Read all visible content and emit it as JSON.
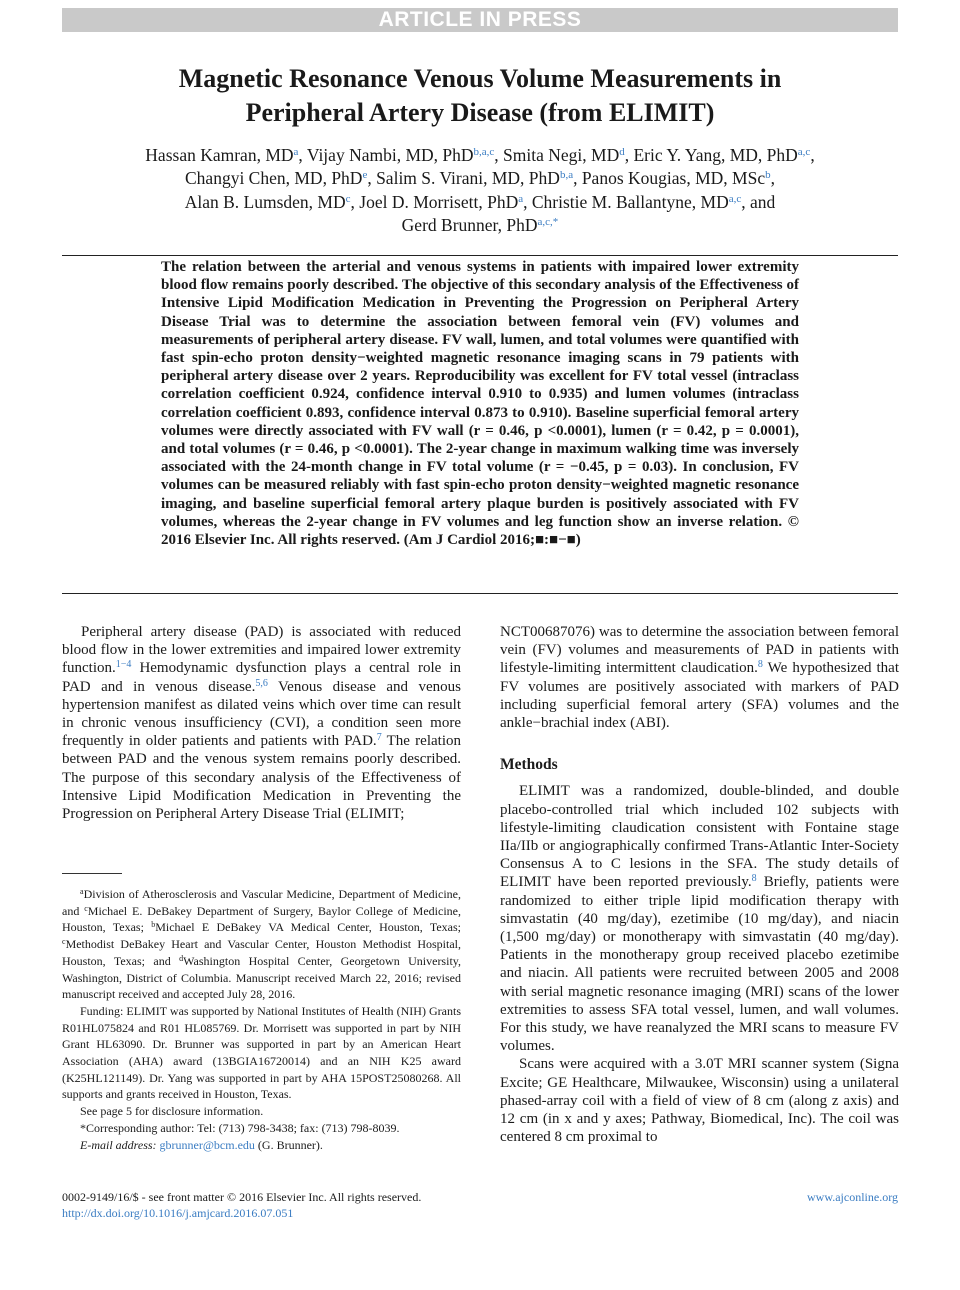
{
  "banner": "ARTICLE IN PRESS",
  "title_lines": [
    "Magnetic Resonance Venous Volume Measurements in",
    "Peripheral Artery Disease (from ELIMIT)"
  ],
  "authors": [
    {
      "name": "Hassan Kamran, MD",
      "aff": "a",
      "sep": ", "
    },
    {
      "name": "Vijay Nambi, MD, PhD",
      "aff": "b,a,c",
      "sep": ", "
    },
    {
      "name": "Smita Negi, MD",
      "aff": "d",
      "sep": ", "
    },
    {
      "name": "Eric Y. Yang, MD, PhD",
      "aff": "a,c",
      "sep": ","
    },
    {
      "name": "Changyi Chen, MD, PhD",
      "aff": "e",
      "sep": ", "
    },
    {
      "name": "Salim S. Virani, MD, PhD",
      "aff": "b,a",
      "sep": ", "
    },
    {
      "name": "Panos Kougias, MD, MSc",
      "aff": "b",
      "sep": ","
    },
    {
      "name": "Alan B. Lumsden, MD",
      "aff": "c",
      "sep": ", "
    },
    {
      "name": "Joel D. Morrisett, PhD",
      "aff": "a",
      "sep": ", "
    },
    {
      "name": "Christie M. Ballantyne, MD",
      "aff": "a,c",
      "sep": ", and"
    },
    {
      "name": "Gerd Brunner, PhD",
      "aff": "a,c,*",
      "sep": ""
    }
  ],
  "abstract": "The relation between the arterial and venous systems in patients with impaired lower extremity blood flow remains poorly described. The objective of this secondary analysis of the Effectiveness of Intensive Lipid Modification Medication in Preventing the Progression on Peripheral Artery Disease Trial was to determine the association between femoral vein (FV) volumes and measurements of peripheral artery disease. FV wall, lumen, and total volumes were quantified with fast spin-echo proton density−weighted magnetic resonance imaging scans in 79 patients with peripheral artery disease over 2 years. Reproducibility was excellent for FV total vessel (intraclass correlation coefficient 0.924, confidence interval 0.910 to 0.935) and lumen volumes (intraclass correlation coefficient 0.893, confidence interval 0.873 to 0.910). Baseline superficial femoral artery volumes were directly associated with FV wall (r = 0.46, p <0.0001), lumen (r = 0.42, p = 0.0001), and total volumes (r = 0.46, p <0.0001). The 2-year change in maximum walking time was inversely associated with the 24-month change in FV total volume (r = −0.45, p = 0.03). In conclusion, FV volumes can be measured reliably with fast spin-echo proton density−weighted magnetic resonance imaging, and baseline superficial femoral artery plaque burden is positively associated with FV volumes, whereas the 2-year change in FV volumes and leg function show an inverse relation. © 2016 Elsevier Inc. All rights reserved. (Am J Cardiol 2016;■:■−■)",
  "left_body": {
    "p1_a": "Peripheral artery disease (PAD) is associated with reduced blood flow in the lower extremities and impaired lower extremity function.",
    "p1_ref1": "1−4",
    "p1_b": " Hemodynamic dysfunction plays a central role in PAD and in venous disease.",
    "p1_ref2": "5,6",
    "p1_c": " Venous disease and venous hypertension manifest as dilated veins which over time can result in chronic venous insufficiency (CVI), a condition seen more frequently in older patients and patients with PAD.",
    "p1_ref3": "7",
    "p1_d": " The relation between PAD and the venous system remains poorly described. The purpose of this secondary analysis of the Effectiveness of Intensive Lipid Modification Medication in Preventing the Progression on Peripheral Artery Disease Trial (ELIMIT;"
  },
  "right_body": {
    "p1_a": "NCT00687076) was to determine the association between femoral vein (FV) volumes and measurements of PAD in patients with lifestyle-limiting intermittent claudication.",
    "p1_ref1": "8",
    "p1_b": " We hypothesized that FV volumes are positively associated with markers of PAD including superficial femoral artery (SFA) volumes and the ankle−brachial index (ABI).",
    "methods_heading": "Methods",
    "p2_a": "ELIMIT was a randomized, double-blinded, and double placebo-controlled trial which included 102 subjects with lifestyle-limiting claudication consistent with Fontaine stage IIa/IIb or angiographically confirmed Trans-Atlantic Inter-Society Consensus A to C lesions in the SFA. The study details of ELIMIT have been reported previously.",
    "p2_ref1": "8",
    "p2_b": " Briefly, patients were randomized to either triple lipid modification therapy with simvastatin (40 mg/day), ezetimibe (10 mg/day), and niacin (1,500 mg/day) or monotherapy with simvastatin (40 mg/day). Patients in the monotherapy group received placebo ezetimibe and niacin. All patients were recruited between 2005 and 2008 with serial magnetic resonance imaging (MRI) scans of the lower extremities to assess SFA total vessel, lumen, and wall volumes. For this study, we have reanalyzed the MRI scans to measure FV volumes.",
    "p3": "Scans were acquired with a 3.0T MRI scanner system (Signa Excite; GE Healthcare, Milwaukee, Wisconsin) using a unilateral phased-array coil with a field of view of 8 cm (along z axis) and 12 cm (in x and y axes; Pathway, Biomedical, Inc). The coil was centered 8 cm proximal to"
  },
  "footnotes": {
    "affiliations_a": "Division of Atherosclerosis and Vascular Medicine, Department of Medicine, and ",
    "affiliations_c": "Michael E. DeBakey Department of Surgery, Baylor College of Medicine, Houston, Texas; ",
    "affiliations_b": "Michael E DeBakey VA Medical Center, Houston, Texas; ",
    "affiliations_c2": "Methodist DeBakey Heart and Vascular Center, Houston Methodist Hospital, Houston, Texas; and ",
    "affiliations_d": "Washington Hospital Center, Georgetown University, Washington, District of Columbia. Manuscript received March 22, 2016; revised manuscript received and accepted July 28, 2016.",
    "funding": "Funding: ELIMIT was supported by National Institutes of Health (NIH) Grants R01HL075824 and R01 HL085769. Dr. Morrisett was supported in part by NIH Grant HL63090. Dr. Brunner was supported in part by an American Heart Association (AHA) award (13BGIA16720014) and an NIH K25 award (K25HL121149). Dr. Yang was supported in part by AHA 15POST25080268. All supports and grants received in Houston, Texas.",
    "disclosure": "See page 5 for disclosure information.",
    "corresponding": "*Corresponding author: Tel: (713) 798-3438; fax: (713) 798-8039.",
    "email_label": "E-mail address:",
    "email": "gbrunner@bcm.edu",
    "email_tail": " (G. Brunner)."
  },
  "footer": {
    "issn": "0002-9149/16/$ - see front matter © 2016 Elsevier Inc. All rights reserved.",
    "doi": "http://dx.doi.org/10.1016/j.amjcard.2016.07.051",
    "website": "www.ajconline.org"
  }
}
